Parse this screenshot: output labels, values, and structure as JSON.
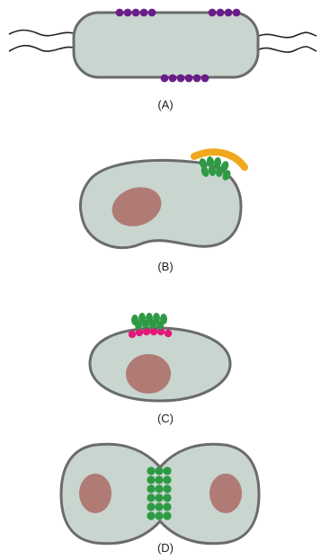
{
  "panels": [
    {
      "id": "A",
      "label": "(A)"
    },
    {
      "id": "B",
      "label": "(B)"
    },
    {
      "id": "C",
      "label": "(C)"
    },
    {
      "id": "D",
      "label": "(D)"
    }
  ],
  "colors": {
    "cell_fill": "#c9d5cf",
    "cell_stroke": "#6b6b6b",
    "nucleus": "#b07b74",
    "purple_dots": "#6a1b8a",
    "green_proteins": "#2e9a45",
    "orange_substrate": "#f0a81c",
    "magenta_proteins": "#e2197a",
    "flagella": "#222222"
  }
}
